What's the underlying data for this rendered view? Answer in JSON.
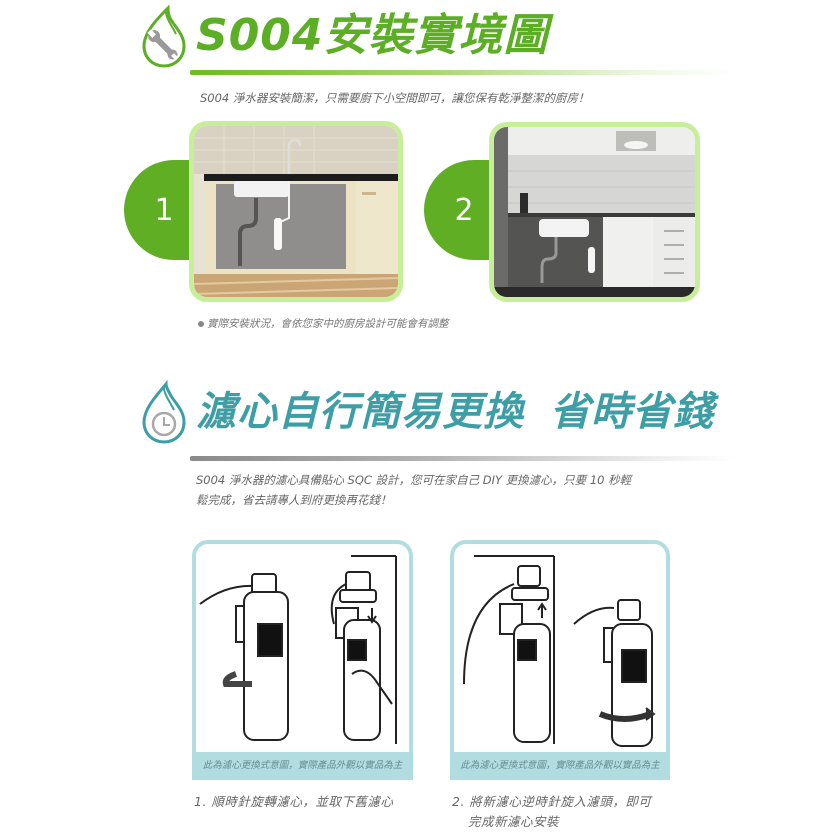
{
  "section1": {
    "title": "S004安裝實境圖",
    "icon": "wrench-droplet-icon",
    "description": "S004 淨水器安裝簡潔，只需要廚下小空間即可，讓您保有乾淨整潔的廚房！",
    "photos": [
      {
        "badge": "1",
        "alt": "under-sink beige cabinet installation"
      },
      {
        "badge": "2",
        "alt": "under-sink grey kitchen installation"
      }
    ],
    "note": "實際安裝狀況，會依您家中的廚房設計可能會有調整",
    "accent_color": "#5cae25",
    "frame_color": "#c7ef9a"
  },
  "section2": {
    "title": "濾心自行簡易更換",
    "title_suffix": "省時省錢",
    "icon": "clock-droplet-icon",
    "description_line1": "S004 淨水器的濾心具備貼心 SQC 設計，您可在家自己 DIY 更換濾心，只要 10 秒輕",
    "description_line2": "鬆完成，省去請專人到府更換再花錢！",
    "accent_color": "#3e9ea6",
    "frame_color": "#b1dde0",
    "panels": [
      {
        "caption": "此為濾心更換式意圖，實際產品外觀以實品為主",
        "arrow": "counter-rotate-left-icon"
      },
      {
        "caption": "此為濾心更換式意圖，實際產品外觀以實品為主",
        "arrow": "rotate-right-icon"
      }
    ],
    "steps": [
      {
        "line1": "1. 順時針旋轉濾心，並取下舊濾心",
        "line2": ""
      },
      {
        "line1": "2. 將新濾心逆時針旋入濾頭，即可",
        "line2": "完成新濾心安裝"
      }
    ]
  }
}
